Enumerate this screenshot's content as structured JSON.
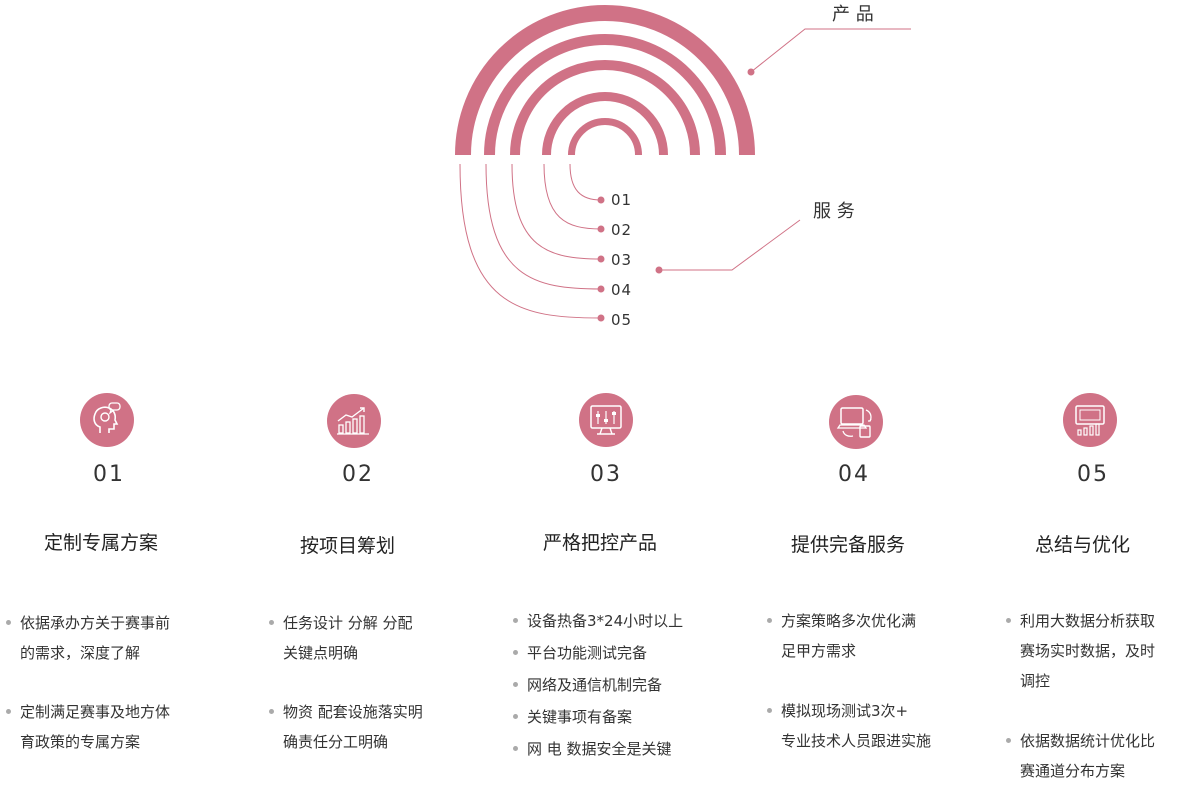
{
  "diagram": {
    "accent_color": "#d07286",
    "product_label": "产 品",
    "service_label": "服 务",
    "ring_numbers": [
      "01",
      "02",
      "03",
      "04",
      "05"
    ]
  },
  "columns": [
    {
      "icon": "head-idea-icon",
      "number": "01",
      "title": "定制专属方案",
      "items": [
        [
          "依据承办方关于赛事前",
          "的需求，深度了解"
        ],
        [
          "定制满足赛事及地方体",
          "育政策的专属方案"
        ]
      ]
    },
    {
      "icon": "growth-chart-icon",
      "number": "02",
      "title": "按项目筹划",
      "items": [
        [
          "任务设计 分解 分配",
          "关键点明确"
        ],
        [
          "物资 配套设施落实明",
          "确责任分工明确"
        ]
      ]
    },
    {
      "icon": "monitor-settings-icon",
      "number": "03",
      "title": "严格把控产品",
      "items": [
        [
          "设备热备3*24小时以上"
        ],
        [
          "平台功能测试完备"
        ],
        [
          "网络及通信机制完备"
        ],
        [
          "关键事项有备案"
        ],
        [
          "网 电 数据安全是关键"
        ]
      ]
    },
    {
      "icon": "laptop-sync-icon",
      "number": "04",
      "title": "提供完备服务",
      "items": [
        [
          "方案策略多次优化满",
          "足甲方需求"
        ],
        [
          "模拟现场测试3次+",
          "专业技术人员跟进实施"
        ]
      ]
    },
    {
      "icon": "screen-stats-icon",
      "number": "05",
      "title": "总结与优化",
      "items": [
        [
          "利用大数据分析获取",
          "赛场实时数据，及时",
          "调控"
        ],
        [
          "依据数据统计优化比",
          "赛通道分布方案"
        ]
      ]
    }
  ]
}
